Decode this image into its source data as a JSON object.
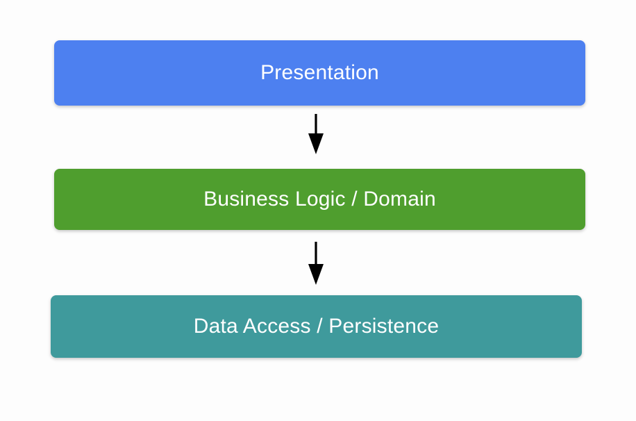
{
  "diagram": {
    "type": "flowchart",
    "orientation": "top-to-bottom",
    "background_color": "#fdfdfd",
    "layers": [
      {
        "id": "presentation",
        "label": "Presentation",
        "color": "#4d80f0",
        "text_color": "#ffffff",
        "order": 1
      },
      {
        "id": "business-logic",
        "label": "Business Logic / Domain",
        "color": "#4f9e2e",
        "text_color": "#ffffff",
        "order": 2
      },
      {
        "id": "data-access",
        "label": "Data Access / Persistence",
        "color": "#3f9a9c",
        "text_color": "#ffffff",
        "order": 3
      }
    ],
    "connectors": [
      {
        "id": "presentation-to-business-logic",
        "from": "presentation",
        "to": "business-logic",
        "style": "solid-arrow",
        "color": "#000000",
        "label": ""
      },
      {
        "id": "business-logic-to-data-access",
        "from": "business-logic",
        "to": "data-access",
        "style": "solid-arrow",
        "color": "#000000",
        "label": ""
      }
    ]
  }
}
